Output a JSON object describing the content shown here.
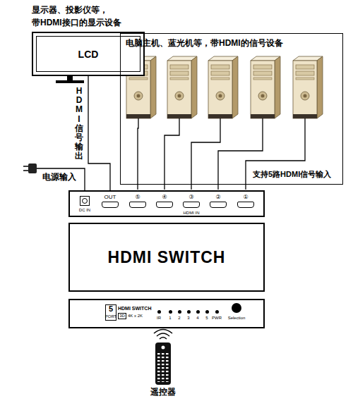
{
  "diagram": {
    "nodes": [
      {
        "text": [
          "显示器、投影仪等， 带HDMI接口的显示设备",
          "LCD"
        ]
      },
      {
        "text": [
          "电脑主机、蓝光机等，带HDMI的信号设备",
          "支持5路HDMI信号输入"
        ]
      },
      {
        "text": [
          "HDMI IN"
        ]
      },
      {
        "text": [
          "DC IN"
        ],
        "in": 2
      },
      {
        "text": [
          "OUT"
        ],
        "in": 2
      },
      {
        "text": [
          "⑤"
        ],
        "in": 2
      },
      {
        "text": [
          "④"
        ],
        "in": 2
      },
      {
        "text": [
          "③"
        ],
        "in": 2
      },
      {
        "text": [
          "②"
        ],
        "in": 2
      },
      {
        "text": [
          "①"
        ],
        "in": 2
      },
      {
        "text": [
          "HDMI SWITCH"
        ]
      },
      {
        "text": [
          "HDMI SWITCH"
        ]
      }
    ],
    "edges": [
      {
        "from": 0,
        "to": 4,
        "arrow": "none",
        "label": "HDMI信号输出"
      }
    ],
    "labels": [
      "电源输入",
      "5",
      "PORT",
      "3D",
      "4K x 2K",
      "IR",
      "1",
      "2",
      "3",
      "4",
      "5",
      "PWR",
      "Selection",
      "遥控器"
    ]
  }
}
